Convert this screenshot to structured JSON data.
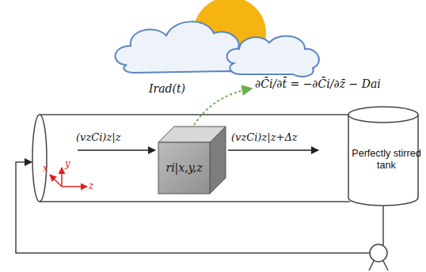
{
  "diagram": {
    "nodes": [
      {
        "text": [
          "ri|x,y,z"
        ]
      },
      {
        "text": [
          "Perfectly stirred tank"
        ]
      }
    ],
    "labels": [
      "Irad(t)",
      "∂C̄i/∂t̄ = −∂C̄i/∂z̄ − Dai",
      "(vzCi)z|z",
      "(vzCi)z|z+Δz",
      "x",
      "y",
      "z"
    ]
  }
}
